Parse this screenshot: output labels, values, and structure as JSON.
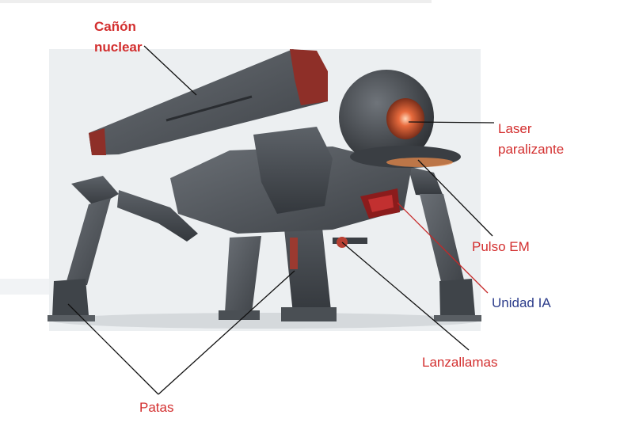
{
  "diagram": {
    "labels": {
      "canon": {
        "line1": "Cañón",
        "line2": "nuclear"
      },
      "laser": {
        "line1": "Laser",
        "line2": "paralizante"
      },
      "pulso": "Pulso EM",
      "unidad": "Unidad IA",
      "lanzallamas": "Lanzallamas",
      "patas": "Patas"
    },
    "colors": {
      "label_red": "#d32f2f",
      "label_blue": "#2e3e8c",
      "leader_black": "#111111",
      "leader_red": "#c62828"
    },
    "image": {
      "subject": "four-legged robot mech",
      "icon": "mech-robot-illustration"
    }
  }
}
